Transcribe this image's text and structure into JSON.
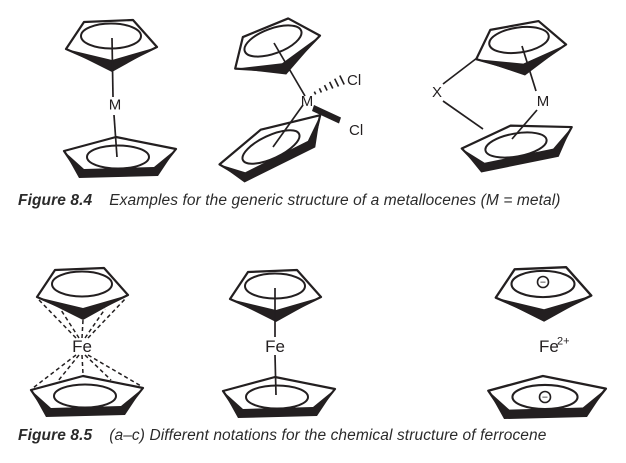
{
  "page": {
    "background": "#ffffff",
    "ink_color": "#231f20"
  },
  "figure_84": {
    "label": "Figure 8.4",
    "caption": "Examples for the generic structure of a metallocenes (M = metal)",
    "structures": {
      "parallel": {
        "metal_label": "M"
      },
      "bent_dichloride": {
        "metal_label": "M",
        "top_ligand_label": "Cl",
        "bottom_ligand_label": "Cl"
      },
      "ansa_bridged": {
        "metal_label": "M",
        "bridge_label": "X"
      }
    }
  },
  "figure_85": {
    "label": "Figure 8.5",
    "caption": "(a–c) Different notations for the chemical structure of ferrocene",
    "structures": {
      "a_hapto": {
        "metal_label": "Fe"
      },
      "b_sigma": {
        "metal_label": "Fe"
      },
      "c_ionic": {
        "cation_label": "Fe",
        "cation_charge": "2+",
        "ring_charge": "−"
      }
    }
  }
}
